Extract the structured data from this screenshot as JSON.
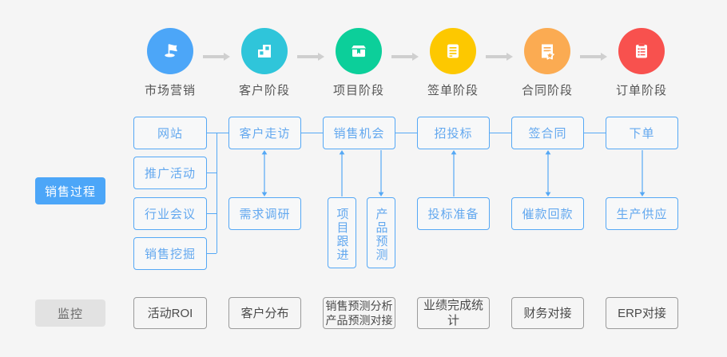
{
  "colors": {
    "background": "#f5f5f5",
    "stage_blue": "#4ca6f8",
    "stage_cyan": "#2fc5da",
    "stage_green": "#0ccf9a",
    "stage_yellow": "#fdc800",
    "stage_orange": "#fbab52",
    "stage_red": "#f8514e",
    "box_blue_border": "#55a8f5",
    "box_blue_text": "#63a8ef",
    "label_blue_bg": "#4ca6f8",
    "label_gray_bg": "#e2e2e2",
    "box_gray_border": "#9a9a9a",
    "arrow_gray": "#cfcfcf"
  },
  "stages": [
    {
      "label": "市场营销",
      "icon": "marketing-flag-icon",
      "color": "#4ca6f8"
    },
    {
      "label": "客户阶段",
      "icon": "building-blocks-icon",
      "color": "#2fc5da"
    },
    {
      "label": "项目阶段",
      "icon": "package-box-icon",
      "color": "#0ccf9a"
    },
    {
      "label": "签单阶段",
      "icon": "document-lines-icon",
      "color": "#fdc800"
    },
    {
      "label": "合同阶段",
      "icon": "certificate-star-icon",
      "color": "#fbab52"
    },
    {
      "label": "订单阶段",
      "icon": "clipboard-list-icon",
      "color": "#f8514e"
    }
  ],
  "rows": {
    "sales_process_label": "销售过程",
    "monitor_label": "监控"
  },
  "sales_top": [
    {
      "label": "网站"
    },
    {
      "label": "推广活动"
    },
    {
      "label": "行业会议"
    },
    {
      "label": "销售挖掘"
    },
    {
      "label": "客户走访"
    },
    {
      "label": "销售机会"
    },
    {
      "label": "招投标"
    },
    {
      "label": "签合同"
    },
    {
      "label": "下单"
    }
  ],
  "sales_bottom": [
    {
      "label": "需求调研",
      "arrow": "double"
    },
    {
      "label": "项目跟进",
      "arrow": "up",
      "orientation": "vertical"
    },
    {
      "label": "产品预测",
      "arrow": "down",
      "orientation": "vertical"
    },
    {
      "label": "投标准备",
      "arrow": "up"
    },
    {
      "label": "催款回款",
      "arrow": "double"
    },
    {
      "label": "生产供应",
      "arrow": "down"
    }
  ],
  "monitor": [
    {
      "label": "活动ROI"
    },
    {
      "label": "客户分布"
    },
    {
      "label": "销售预测分析\n产品预测对接",
      "line1": "销售预测分析",
      "line2": "产品预测对接"
    },
    {
      "label": "业绩完成统计"
    },
    {
      "label": "财务对接"
    },
    {
      "label": "ERP对接"
    }
  ]
}
